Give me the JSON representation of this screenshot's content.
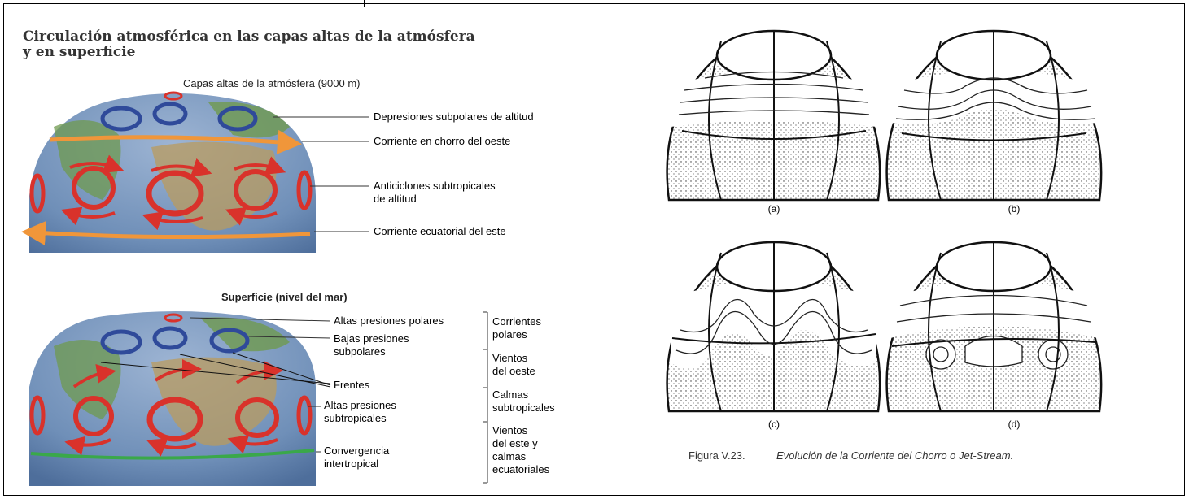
{
  "left": {
    "title_line1": "Circulación atmosférica en las capas altas de la atmósfera",
    "title_line2": "y en superficie",
    "upper": {
      "heading": "Capas altas de la atmósfera (9000 m)",
      "labels": [
        "Depresiones subpolares de altitud",
        "Corriente en chorro del oeste",
        "Anticiclones subtropicales",
        "de altitud",
        "Corriente ecuatorial del este"
      ]
    },
    "surface": {
      "heading": "Superficie (nivel del mar)",
      "labels": [
        "Altas presiones polares",
        "Bajas presiones",
        "subpolares",
        "Frentes",
        "Altas presiones",
        "subtropicales",
        "Convergencia",
        "intertropical"
      ],
      "winds": [
        "Corrientes",
        "polares",
        "Vientos",
        "del oeste",
        "Calmas",
        "subtropicales",
        "Vientos",
        "del este y",
        "calmas",
        "ecuatoriales"
      ]
    }
  },
  "right": {
    "panel_labels": [
      "(a)",
      "(b)",
      "(c)",
      "(d)"
    ],
    "caption_prefix": "Figura V.23.",
    "caption_text": "Evolución de la Corriente del Chorro o Jet-Stream."
  },
  "colors": {
    "high": "#d9322b",
    "low": "#2f4a9a",
    "jet": "#f0963a",
    "itcz": "#3aa84a",
    "ocean": "#6f8fb8"
  }
}
